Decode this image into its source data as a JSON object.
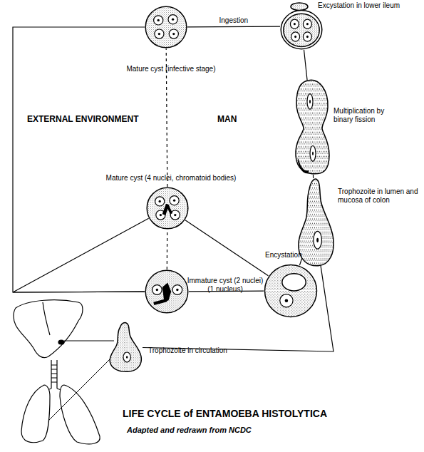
{
  "diagram": {
    "title": "LIFE CYCLE of ENTAMOEBA HISTOLYTICA",
    "caption": "Adapted and redrawn from NCDC",
    "nodes": [
      {
        "text": [
          "Mature cyst (infective stage)"
        ]
      },
      {
        "text": [
          "Excystation in lower ileum"
        ]
      },
      {
        "text": [
          "Multiplication by binary fission"
        ]
      },
      {
        "text": [
          "Trophozoite in lumen and mucosa of colon"
        ]
      },
      {
        "text": [
          "Encystation"
        ]
      },
      {
        "text": [
          "Mature cyst (4 nuclei, chromatoid bodies)"
        ]
      },
      {
        "text": [
          "Immature cyst (2 nuclei)(1 nucleus)"
        ]
      },
      {
        "text": [
          "Trophozoite in circulation"
        ]
      }
    ],
    "edges": [
      {
        "from": 0,
        "to": 1,
        "label": "Ingestion",
        "arrow": "none"
      },
      {
        "from": 1,
        "to": 2,
        "arrow": "none"
      },
      {
        "from": 2,
        "to": 3,
        "arrow": "none"
      },
      {
        "from": 3,
        "to": 4,
        "arrow": "none"
      },
      {
        "from": 4,
        "to": 6,
        "arrow": "none"
      },
      {
        "from": 4,
        "to": 5,
        "arrow": "none"
      },
      {
        "from": 6,
        "to": 5,
        "arrow": "none"
      },
      {
        "from": 5,
        "to": 0,
        "arrow": "none"
      },
      {
        "from": 6,
        "to": 0,
        "arrow": "none"
      },
      {
        "from": 5,
        "to": 6,
        "arrow": "none"
      },
      {
        "from": 3,
        "to": 7,
        "arrow": "none"
      }
    ],
    "labels": [
      "EXTERNAL ENVIRONMENT",
      "MAN"
    ]
  }
}
